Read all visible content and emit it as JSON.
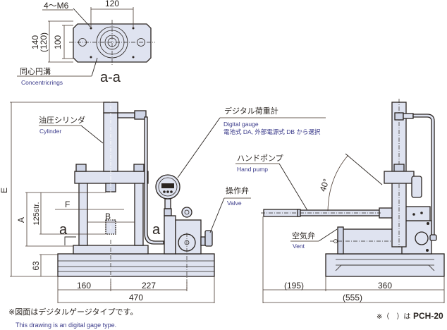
{
  "drawing": {
    "section_view": {
      "title": "a-a",
      "thread_label": "4～M6",
      "dim_width": "120",
      "dim_height": "140",
      "dim_height_alt": "(120)",
      "dim_inner": "100",
      "rings_label_jp": "同心円溝",
      "rings_label_en": "Concentricrings"
    },
    "front_view": {
      "cylinder_label_jp": "油圧シリンダ",
      "cylinder_label_en": "Cylinder",
      "dim_E": "E",
      "dim_A": "A",
      "dim_stroke": "125str.",
      "dim_F": "F",
      "dim_B": "B",
      "section_mark_left": "a",
      "section_mark_right": "a",
      "dim_base_height": "63",
      "dim_left": "160",
      "dim_right": "227",
      "dim_total": "470"
    },
    "callouts": {
      "gauge_jp": "デジタル荷重計",
      "gauge_en": "Digital gauge",
      "gauge_note": "電池式 DA, 外部電源式 DB から選択",
      "pump_jp": "ハンドポンプ",
      "pump_en": "Hand pump",
      "valve_jp": "操作弁",
      "valve_en": "Valve",
      "vent_jp": "空気弁",
      "vent_en": "Vent"
    },
    "side_view": {
      "angle": "40°",
      "dim_handle": "(195)",
      "dim_base": "360",
      "dim_total": "(555)"
    },
    "notes": {
      "note_jp": "※図面はデジタルゲージタイプです。",
      "note_en": "This drawing is an digital gage type.",
      "model_note_prefix": "※（　）は",
      "model_note_model": "PCH-20"
    }
  }
}
